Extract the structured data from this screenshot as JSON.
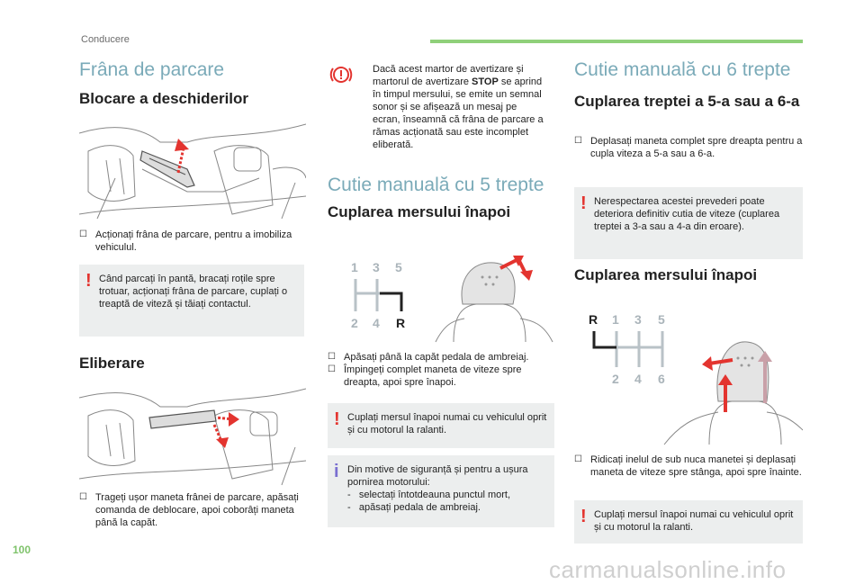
{
  "header": {
    "section": "Conducere"
  },
  "footer": {
    "page_number": "100",
    "watermark": "carmanualsonline.info"
  },
  "col1": {
    "title": "Frâna de parcare",
    "subtitle_lock": "Blocare a deschiderilor",
    "bullet_lock": "Acționați frâna de parcare, pentru a imobiliza vehiculul.",
    "note_lock": "Când parcați în pantă, bracați roțile spre trotuar, acționați frâna de parcare, cuplați o treaptă de viteză și tăiați contactul.",
    "subtitle_release": "Eliberare",
    "bullet_release": "Trageți ușor maneta frânei de parcare, apăsați comanda de deblocare, apoi coborâți maneta până la capăt."
  },
  "col2": {
    "warning_text_pre": "Dacă acest martor de avertizare și martorul de avertizare ",
    "warning_stop": "STOP",
    "warning_text_post": " se aprind în timpul mersului, se emite un semnal sonor și se afișează un mesaj pe ecran, înseamnă că frâna de parcare a rămas acționată sau este incomplet eliberată.",
    "title": "Cutie manuală cu 5 trepte",
    "subtitle": "Cuplarea mersului înapoi",
    "gear_top": [
      "1",
      "3",
      "5"
    ],
    "gear_bottom": [
      "2",
      "4",
      "R"
    ],
    "bullet_1": "Apăsați până la capăt pedala de ambreiaj.",
    "bullet_2": "Împingeți complet maneta de viteze spre dreapta, apoi spre înapoi.",
    "note_warn": "Cuplați mersul înapoi numai cu vehiculul oprit și cu motorul la ralanti.",
    "note_info_intro": "Din motive de siguranță și pentru a ușura pornirea motorului:",
    "note_info_items": [
      "selectați întotdeauna punctul mort,",
      "apăsați pedala de ambreiaj."
    ]
  },
  "col3": {
    "title": "Cutie manuală cu 6 trepte",
    "subtitle_56": "Cuplarea treptei a 5-a sau a 6-a",
    "bullet_56": "Deplasați maneta complet spre dreapta pentru a cupla viteza a 5-a sau a 6-a.",
    "note_56": "Nerespectarea acestei prevederi poate deteriora definitiv cutia de viteze (cuplarea treptei a 3-a sau a 4-a din eroare).",
    "subtitle_rev": "Cuplarea mersului înapoi",
    "gear_top": [
      "R",
      "1",
      "3",
      "5"
    ],
    "gear_bottom": [
      "2",
      "4",
      "6"
    ],
    "bullet_rev": "Ridicați inelul de sub nuca manetei și deplasați maneta de viteze spre stânga, apoi spre înainte.",
    "note_rev": "Cuplați mersul înapoi numai cu vehiculul oprit și cu motorul la ralanti."
  },
  "colors": {
    "accent_green": "#8fd07a",
    "title_blue": "#7aaab8",
    "warning_red": "#e3342f",
    "info_purple": "#7a6fd0",
    "note_bg": "#eceeee"
  }
}
